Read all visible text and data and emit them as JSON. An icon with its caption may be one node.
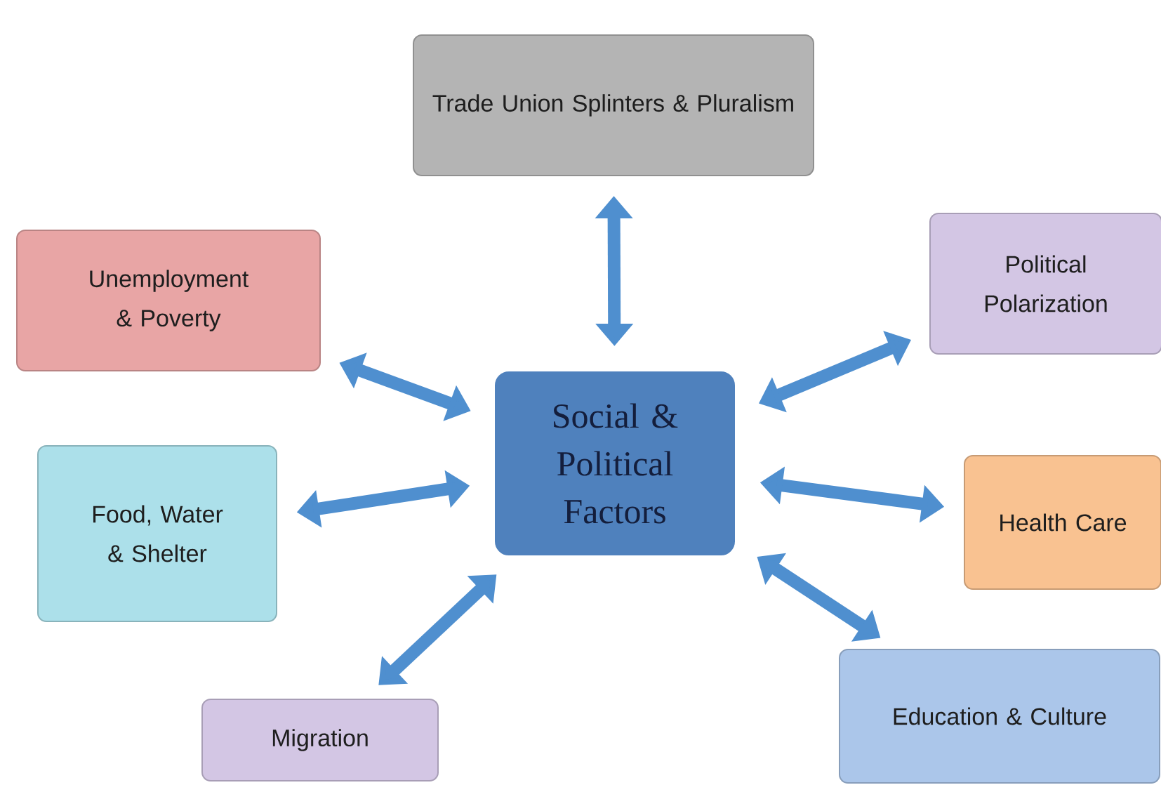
{
  "diagram": {
    "nodes": [
      {
        "text": [
          "Trade Union Splinters & Pluralism"
        ]
      },
      {
        "text": [
          "Unemployment & Poverty"
        ]
      },
      {
        "text": [
          "Political Polarization"
        ]
      },
      {
        "text": [
          "Social & Political Factors"
        ]
      },
      {
        "text": [
          "Food, Water & Shelter"
        ]
      },
      {
        "text": [
          "Health Care"
        ]
      },
      {
        "text": [
          "Migration"
        ]
      },
      {
        "text": [
          "Education & Culture"
        ]
      }
    ],
    "edges": [
      {
        "from": 3,
        "to": 0,
        "arrow": "both"
      },
      {
        "from": 3,
        "to": 1,
        "arrow": "both"
      },
      {
        "from": 3,
        "to": 2,
        "arrow": "both"
      },
      {
        "from": 3,
        "to": 4,
        "arrow": "both"
      },
      {
        "from": 3,
        "to": 5,
        "arrow": "both"
      },
      {
        "from": 3,
        "to": 6,
        "arrow": "both"
      },
      {
        "from": 3,
        "to": 7,
        "arrow": "both"
      }
    ]
  }
}
